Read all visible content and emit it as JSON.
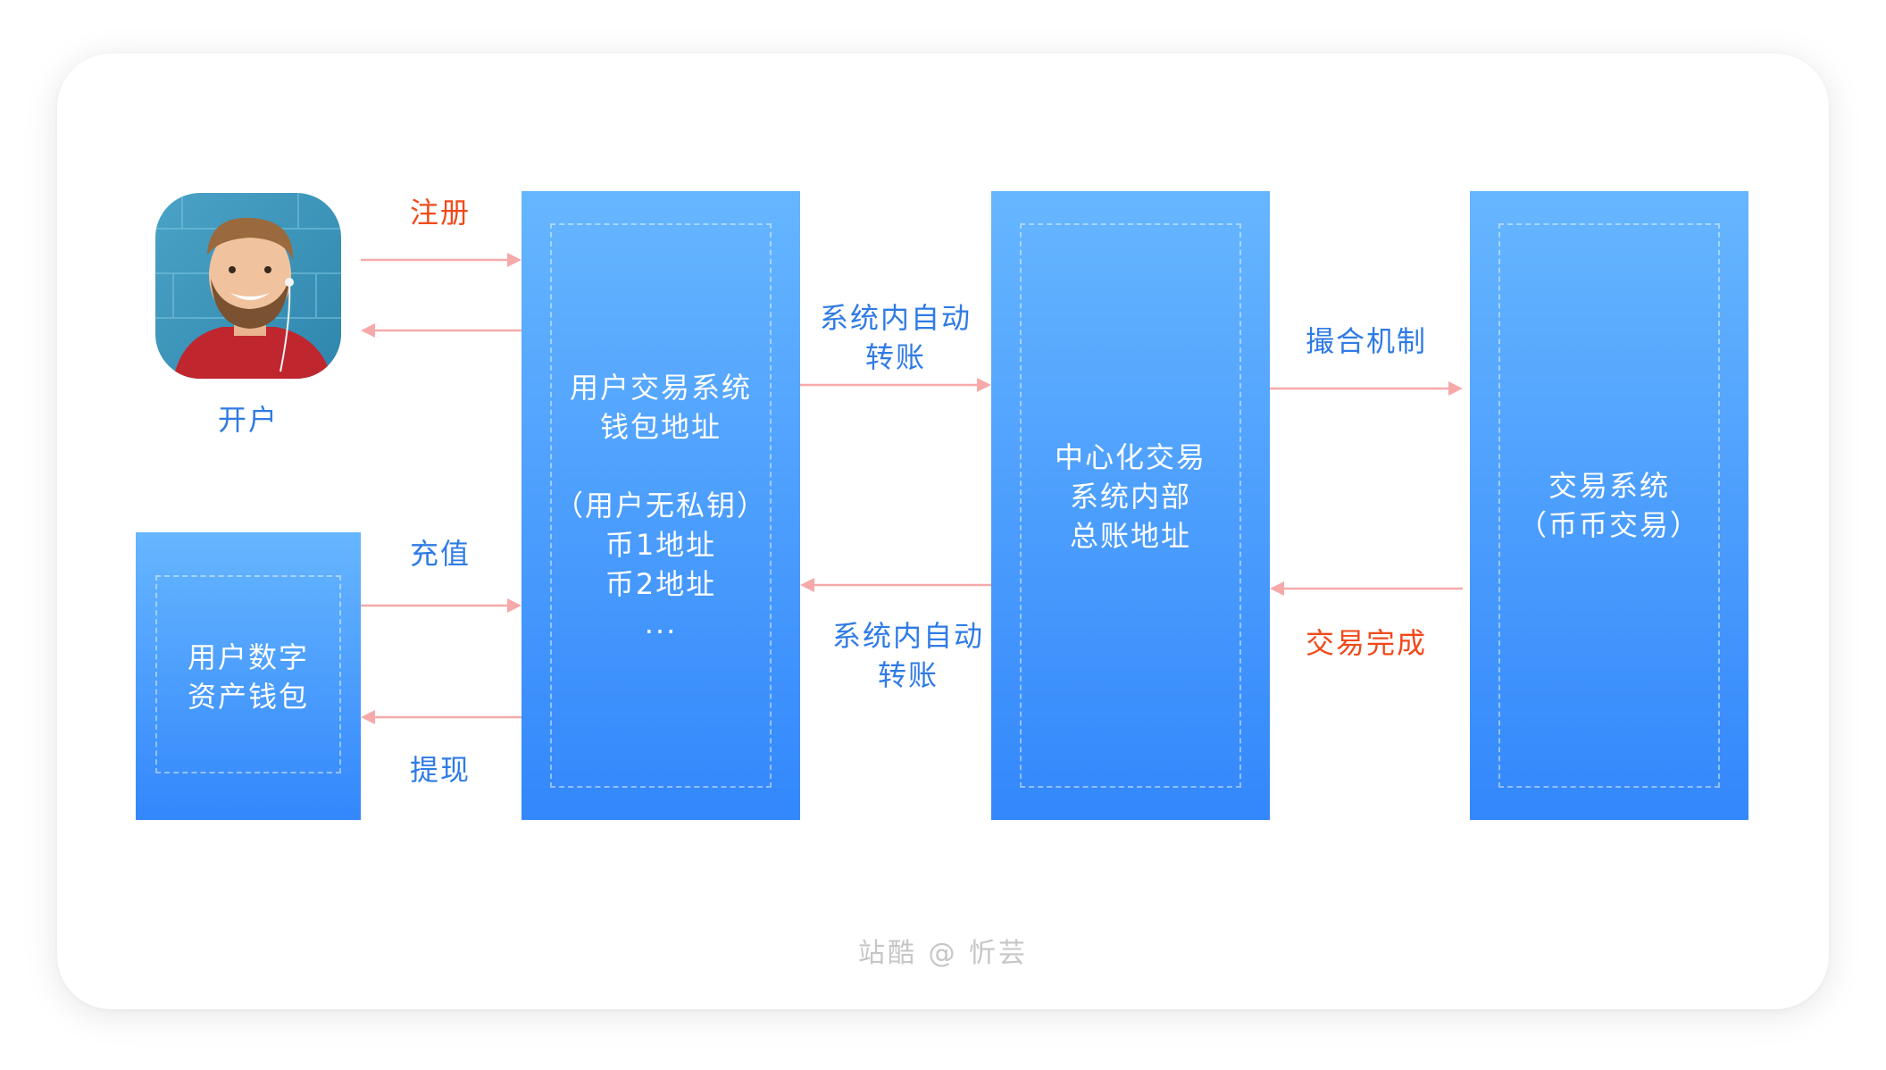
{
  "user": {
    "label": "开户"
  },
  "labels": {
    "register": "注册",
    "deposit": "充值",
    "withdraw": "提现",
    "auto_transfer_out": [
      "系统内自动",
      "转账"
    ],
    "auto_transfer_back": [
      "系统内自动",
      "转账"
    ],
    "matching": "撮合机制",
    "trade_complete": "交易完成"
  },
  "blocks": {
    "user_wallet": [
      "用户数字",
      "资产钱包"
    ],
    "exchange_wallet": [
      "用户交易系统",
      "钱包地址",
      "",
      "（用户无私钥）",
      "币1地址",
      "币2地址",
      "..."
    ],
    "central_ledger": [
      "中心化交易",
      "系统内部",
      "总账地址"
    ],
    "trading_system": [
      "交易系统",
      "（币币交易）"
    ]
  },
  "watermark": "站酷 @ 忻芸",
  "colors": {
    "block_top": "#66b6ff",
    "block_bottom": "#3387fb",
    "arrow": "#f6a9a9",
    "label_blue": "#2f7be5",
    "label_red": "#f04a1a"
  }
}
